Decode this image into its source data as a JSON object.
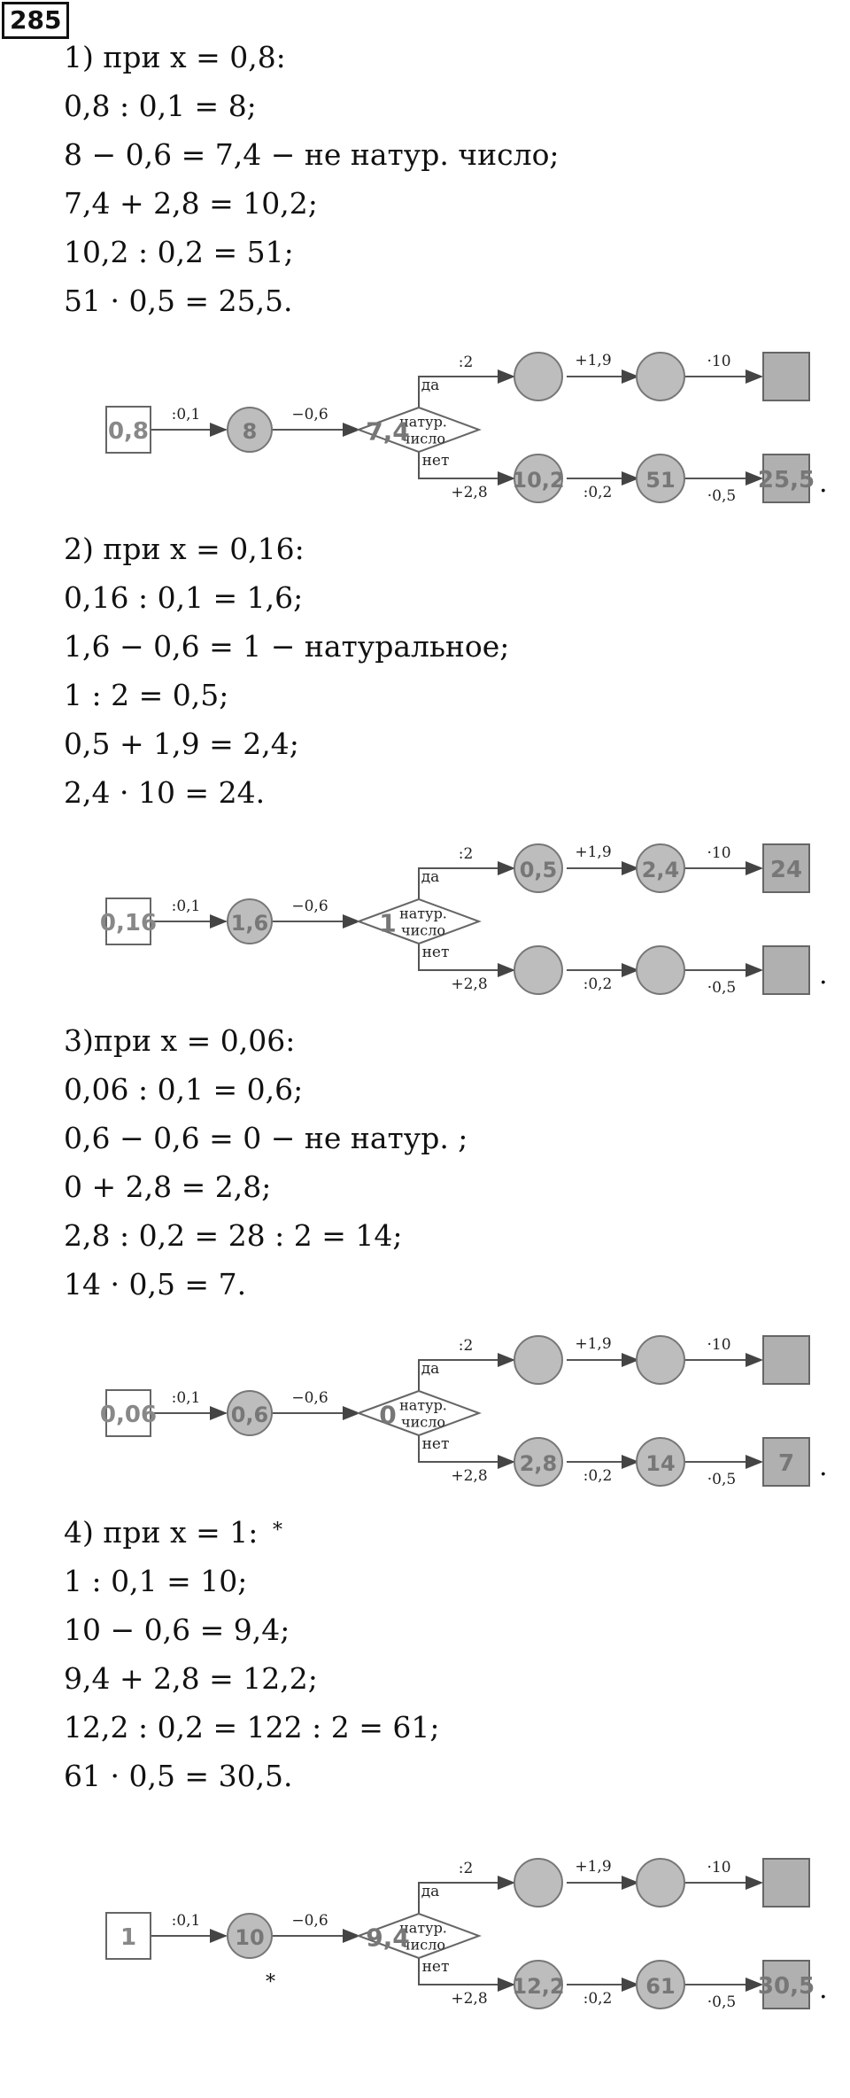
{
  "problem_number": "285",
  "labels": {
    "yes": "да",
    "no": "нет",
    "condition_line1": "натур.",
    "condition_line2": "число",
    "op_first": ":0,1",
    "op_second": "−0,6",
    "op_yes1": ":2",
    "op_yes2": "+1,9",
    "op_yes3": "·10",
    "op_no1": "+2,8",
    "op_no2": ":0,2",
    "op_no3": "·0,5"
  },
  "cases": [
    {
      "lines": [
        "1) при x = 0,8:",
        "0,8 : 0,1 = 8;",
        "8 − 0,6 = 7,4 − не натур. число;",
        "7,4 + 2,8 = 10,2;",
        "10,2 : 0,2 = 51;",
        "51 · 0,5 = 25,5."
      ],
      "diagram": {
        "input": "0,8",
        "n1": "8",
        "cond": "7,4",
        "y1": "",
        "y2": "",
        "y3": "",
        "n_1": "10,2",
        "n_2": "51",
        "n_3": "25,5"
      }
    },
    {
      "lines": [
        "2) при x = 0,16:",
        "0,16 : 0,1 = 1,6;",
        "1,6 − 0,6 = 1 − натуральное;",
        "1 : 2 = 0,5;",
        "0,5 + 1,9 = 2,4;",
        "2,4 · 10 = 24."
      ],
      "diagram": {
        "input": "0,16",
        "n1": "1,6",
        "cond": "1",
        "y1": "0,5",
        "y2": "2,4",
        "y3": "24",
        "n_1": "",
        "n_2": "",
        "n_3": ""
      }
    },
    {
      "lines": [
        "3)при x = 0,06:",
        "0,06 : 0,1 = 0,6;",
        "0,6 − 0,6 = 0 − не натур. ;",
        "0 + 2,8 = 2,8;",
        "2,8 : 0,2 = 28 : 2 = 14;",
        "14 · 0,5 = 7."
      ],
      "diagram": {
        "input": "0,06",
        "n1": "0,6",
        "cond": "0",
        "y1": "",
        "y2": "",
        "y3": "",
        "n_1": "2,8",
        "n_2": "14",
        "n_3": "7"
      }
    },
    {
      "lines": [
        "4) при x = 1:",
        "1 : 0,1 = 10;",
        "10 − 0,6 = 9,4;",
        "9,4 + 2,8 = 12,2;",
        "12,2 : 0,2 = 122 : 2 = 61;",
        "61 · 0,5 = 30,5."
      ],
      "diagram": {
        "input": "1",
        "n1": "10",
        "cond": "9,4",
        "y1": "",
        "y2": "",
        "y3": "",
        "n_1": "12,2",
        "n_2": "61",
        "n_3": "30,5"
      }
    }
  ],
  "marks": {
    "period": ".",
    "star": "*"
  }
}
